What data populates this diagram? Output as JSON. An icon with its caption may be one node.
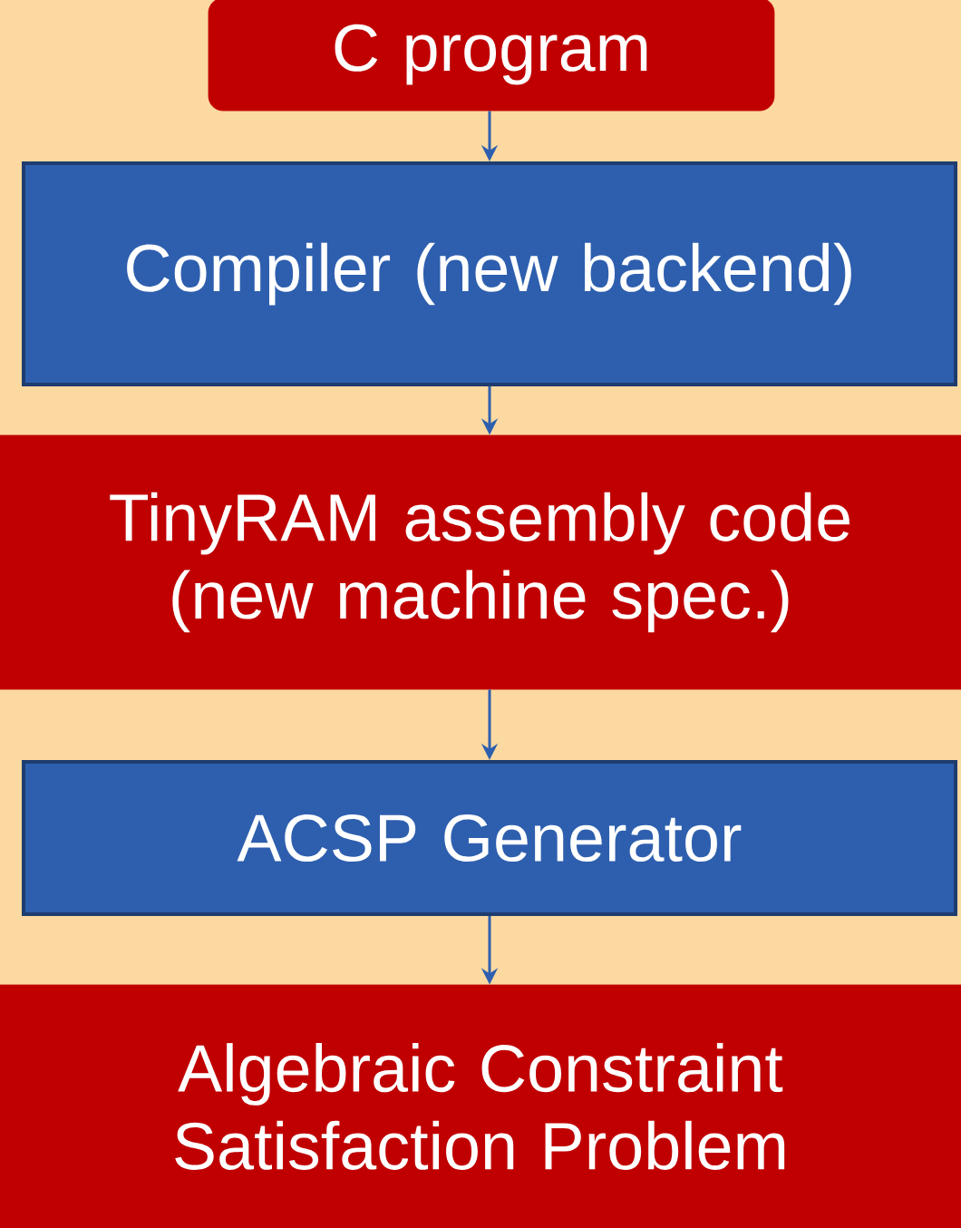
{
  "diagram": {
    "nodes": [
      {
        "text": [
          "C program"
        ]
      },
      {
        "text": [
          "Compiler (new backend)"
        ]
      },
      {
        "text": [
          "TinyRAM assembly code (new machine spec.)"
        ]
      },
      {
        "text": [
          "ACSP Generator"
        ]
      },
      {
        "text": [
          "Algebraic Constraint Satisfaction Problem"
        ]
      }
    ],
    "edges": [
      {
        "from": 0,
        "to": 1,
        "arrow": "to"
      },
      {
        "from": 1,
        "to": 2,
        "arrow": "to"
      },
      {
        "from": 2,
        "to": 3,
        "arrow": "to"
      },
      {
        "from": 3,
        "to": 4,
        "arrow": "to"
      }
    ]
  }
}
